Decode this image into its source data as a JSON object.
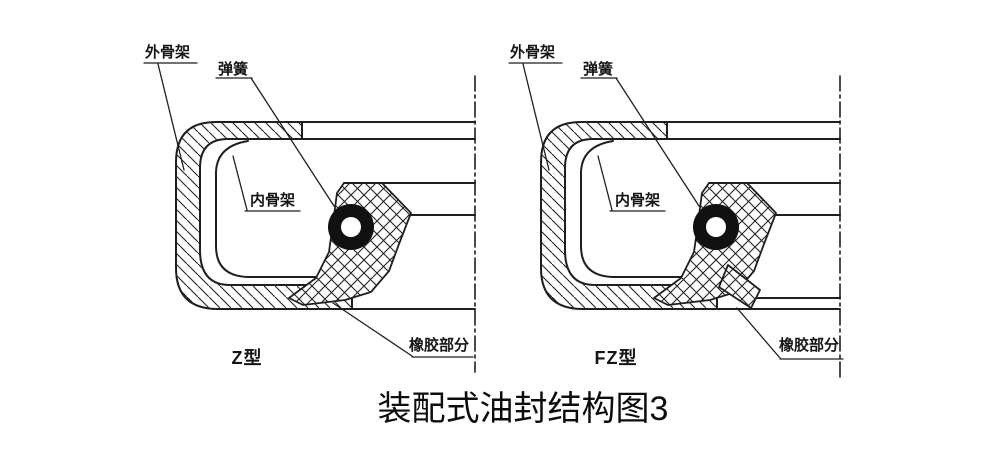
{
  "title": "装配式油封结构图3",
  "colors": {
    "line": "#1f1f1f",
    "spring_fill": "#111111",
    "background": "#ffffff"
  },
  "diagrams": [
    {
      "id": "z",
      "type_label": "Z型",
      "labels": {
        "outer_frame": "外骨架",
        "spring": "弹簧",
        "inner_frame": "内骨架",
        "rubber": "橡胶部分"
      }
    },
    {
      "id": "fz",
      "type_label": "FZ型",
      "labels": {
        "outer_frame": "外骨架",
        "spring": "弹簧",
        "inner_frame": "内骨架",
        "rubber": "橡胶部分"
      }
    }
  ]
}
